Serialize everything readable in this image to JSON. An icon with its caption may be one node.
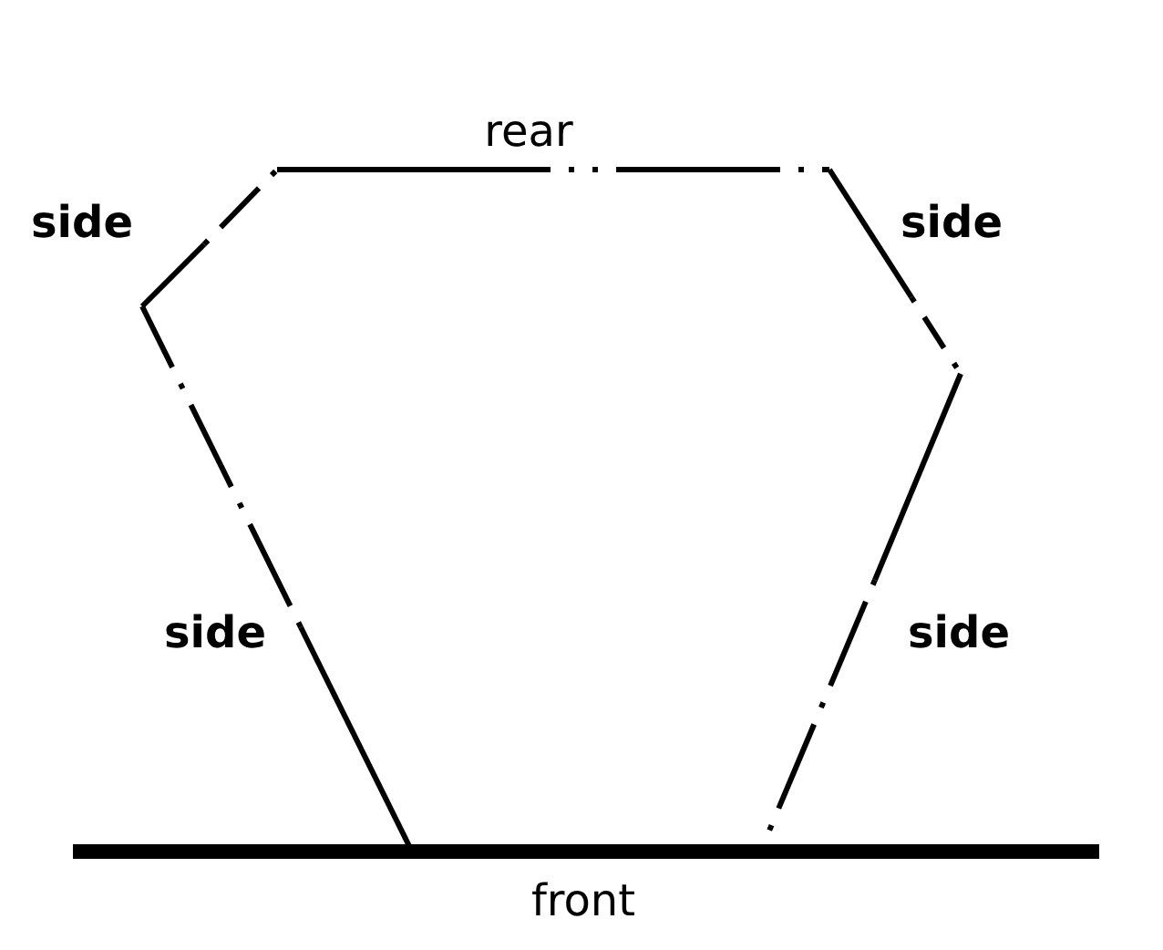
{
  "diagram": {
    "labels": [
      "rear",
      "side",
      "side",
      "side",
      "side",
      "front"
    ]
  }
}
